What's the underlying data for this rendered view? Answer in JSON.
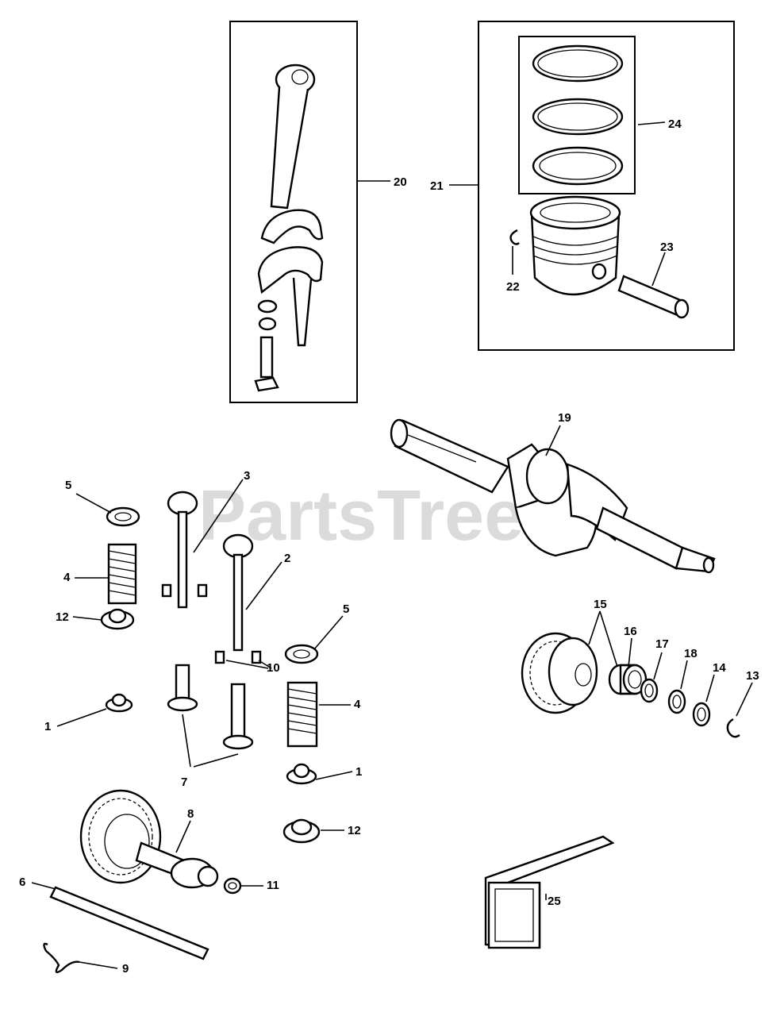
{
  "watermark": "PartsTree",
  "callouts": {
    "c1a": "1",
    "c1b": "1",
    "c2": "2",
    "c3": "3",
    "c4a": "4",
    "c4b": "4",
    "c5a": "5",
    "c5b": "5",
    "c6": "6",
    "c7": "7",
    "c8": "8",
    "c9": "9",
    "c10": "10",
    "c11": "11",
    "c12a": "12",
    "c12b": "12",
    "c13": "13",
    "c14": "14",
    "c15": "15",
    "c16": "16",
    "c17": "17",
    "c18": "18",
    "c19": "19",
    "c20": "20",
    "c21": "21",
    "c22": "22",
    "c23": "23",
    "c24": "24",
    "c25": "25"
  }
}
